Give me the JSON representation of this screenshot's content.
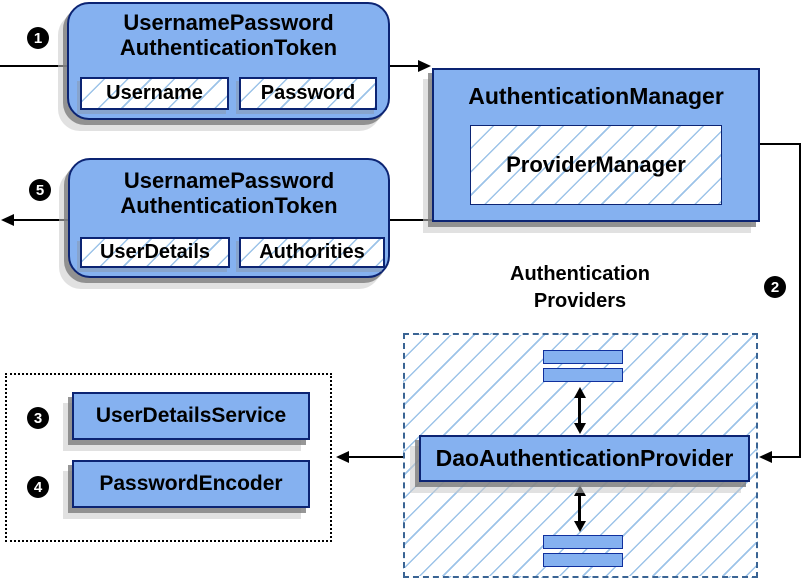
{
  "token1": {
    "lines": [
      "UsernamePassword",
      "AuthenticationToken"
    ],
    "fields": [
      "Username",
      "Password"
    ]
  },
  "token2": {
    "lines": [
      "UsernamePassword",
      "AuthenticationToken"
    ],
    "fields": [
      "UserDetails",
      "Authorities"
    ]
  },
  "auth_manager": {
    "title": "AuthenticationManager",
    "inner": "ProviderManager"
  },
  "providers": {
    "label_lines": [
      "Authentication",
      "Providers"
    ],
    "dao": "DaoAuthenticationProvider"
  },
  "services": {
    "user_details_service": "UserDetailsService",
    "password_encoder": "PasswordEncoder"
  },
  "badges": {
    "step1": "1",
    "step2": "2",
    "step3": "3",
    "step4": "4",
    "step5": "5"
  },
  "colors": {
    "node_fill": "#85b1f0",
    "node_border": "#0c2473",
    "bar_border": "#10309e",
    "hatch_line": "#9cc3e8",
    "dashed_border": "#3a6494",
    "dotted_border": "#000000",
    "shadow": "#7d7d7d",
    "line": "#000000"
  }
}
